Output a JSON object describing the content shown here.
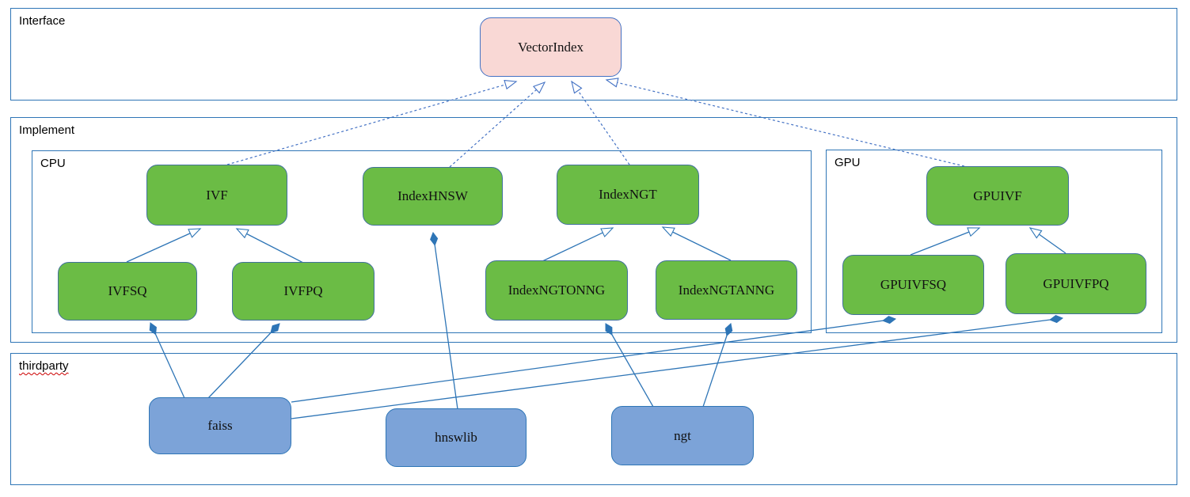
{
  "diagram": {
    "title_hint": "VectorIndex architecture diagram",
    "sections": {
      "interface": {
        "label": "Interface"
      },
      "implement": {
        "label": "Implement"
      },
      "cpu": {
        "label": "CPU"
      },
      "gpu": {
        "label": "GPU"
      },
      "thirdparty": {
        "label": "thirdparty",
        "spellcheck_underline": true
      }
    },
    "nodes": {
      "vectorindex": {
        "label": "VectorIndex",
        "section": "interface",
        "color": "#f9d8d5"
      },
      "ivf": {
        "label": "IVF",
        "section": "cpu",
        "color": "#6bbc45"
      },
      "indexhnsw": {
        "label": "IndexHNSW",
        "section": "cpu",
        "color": "#6bbc45"
      },
      "indexngt": {
        "label": "IndexNGT",
        "section": "cpu",
        "color": "#6bbc45"
      },
      "ivfsq": {
        "label": "IVFSQ",
        "section": "cpu",
        "color": "#6bbc45"
      },
      "ivfpq": {
        "label": "IVFPQ",
        "section": "cpu",
        "color": "#6bbc45"
      },
      "indexngtonng": {
        "label": "IndexNGTONNG",
        "section": "cpu",
        "color": "#6bbc45"
      },
      "indexngtanng": {
        "label": "IndexNGTANNG",
        "section": "cpu",
        "color": "#6bbc45"
      },
      "gpuivf": {
        "label": "GPUIVF",
        "section": "gpu",
        "color": "#6bbc45"
      },
      "gpuivfsq": {
        "label": "GPUIVFSQ",
        "section": "gpu",
        "color": "#6bbc45"
      },
      "gpuivfpq": {
        "label": "GPUIVFPQ",
        "section": "gpu",
        "color": "#6bbc45"
      },
      "faiss": {
        "label": "faiss",
        "section": "thirdparty",
        "color": "#7ca3d8"
      },
      "hnswlib": {
        "label": "hnswlib",
        "section": "thirdparty",
        "color": "#7ca3d8"
      },
      "ngt": {
        "label": "ngt",
        "section": "thirdparty",
        "color": "#7ca3d8"
      }
    },
    "edges": [
      {
        "from": "IVF",
        "to": "VectorIndex",
        "kind": "realization-dashed-hollow-arrow"
      },
      {
        "from": "IndexHNSW",
        "to": "VectorIndex",
        "kind": "realization-dashed-hollow-arrow"
      },
      {
        "from": "IndexNGT",
        "to": "VectorIndex",
        "kind": "realization-dashed-hollow-arrow"
      },
      {
        "from": "GPUIVF",
        "to": "VectorIndex",
        "kind": "realization-dashed-hollow-arrow"
      },
      {
        "from": "IVFSQ",
        "to": "IVF",
        "kind": "generalization-hollow-arrow"
      },
      {
        "from": "IVFPQ",
        "to": "IVF",
        "kind": "generalization-hollow-arrow"
      },
      {
        "from": "IndexNGTONNG",
        "to": "IndexNGT",
        "kind": "generalization-hollow-arrow"
      },
      {
        "from": "IndexNGTANNG",
        "to": "IndexNGT",
        "kind": "generalization-hollow-arrow"
      },
      {
        "from": "GPUIVFSQ",
        "to": "GPUIVF",
        "kind": "generalization-hollow-arrow"
      },
      {
        "from": "GPUIVFPQ",
        "to": "GPUIVF",
        "kind": "generalization-hollow-arrow"
      },
      {
        "from": "faiss",
        "to": "IVFSQ",
        "kind": "composition-filled-diamond"
      },
      {
        "from": "faiss",
        "to": "IVFPQ",
        "kind": "composition-filled-diamond"
      },
      {
        "from": "faiss",
        "to": "GPUIVFSQ",
        "kind": "composition-filled-diamond"
      },
      {
        "from": "faiss",
        "to": "GPUIVFPQ",
        "kind": "composition-filled-diamond"
      },
      {
        "from": "hnswlib",
        "to": "IndexHNSW",
        "kind": "composition-filled-diamond"
      },
      {
        "from": "ngt",
        "to": "IndexNGTONNG",
        "kind": "composition-filled-diamond"
      },
      {
        "from": "ngt",
        "to": "IndexNGTANNG",
        "kind": "composition-filled-diamond"
      }
    ],
    "colors": {
      "interface_node_fill": "#f9d8d5",
      "implement_node_fill": "#6bbc45",
      "thirdparty_node_fill": "#7ca3d8",
      "section_border": "#2e75b6",
      "solid_connector": "#2e75b6",
      "dashed_connector": "#4472c4",
      "spellcheck_red": "#cc0000"
    }
  }
}
